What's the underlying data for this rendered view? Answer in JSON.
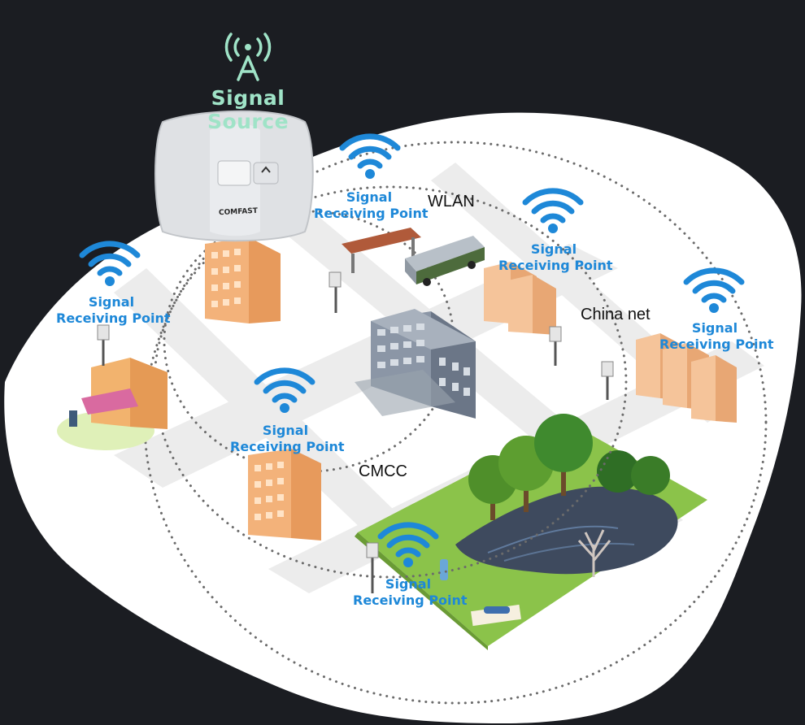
{
  "signal_source": {
    "title": "Signal Source",
    "brand": "COMFAST",
    "icon": "antenna-tower-icon"
  },
  "receiving_points": [
    {
      "line1": "Signal",
      "line2": "Receiving Point"
    },
    {
      "line1": "Signal",
      "line2": "Receiving Point"
    },
    {
      "line1": "Signal",
      "line2": "Receiving Point"
    },
    {
      "line1": "Signal",
      "line2": "Receiving Point"
    },
    {
      "line1": "Signal",
      "line2": "Receiving Point"
    },
    {
      "line1": "Signal",
      "line2": "Receiving Point"
    }
  ],
  "networks": {
    "wlan": "WLAN",
    "china_net": "China net",
    "cmcc": "CMCC"
  },
  "colors": {
    "background": "#1b1d22",
    "wifi_blue": "#1e88d8",
    "title_green": "#9fe3c7",
    "building_orange": "#f3b27a",
    "water": "#3e4a5e",
    "grass": "#8bc34a"
  }
}
